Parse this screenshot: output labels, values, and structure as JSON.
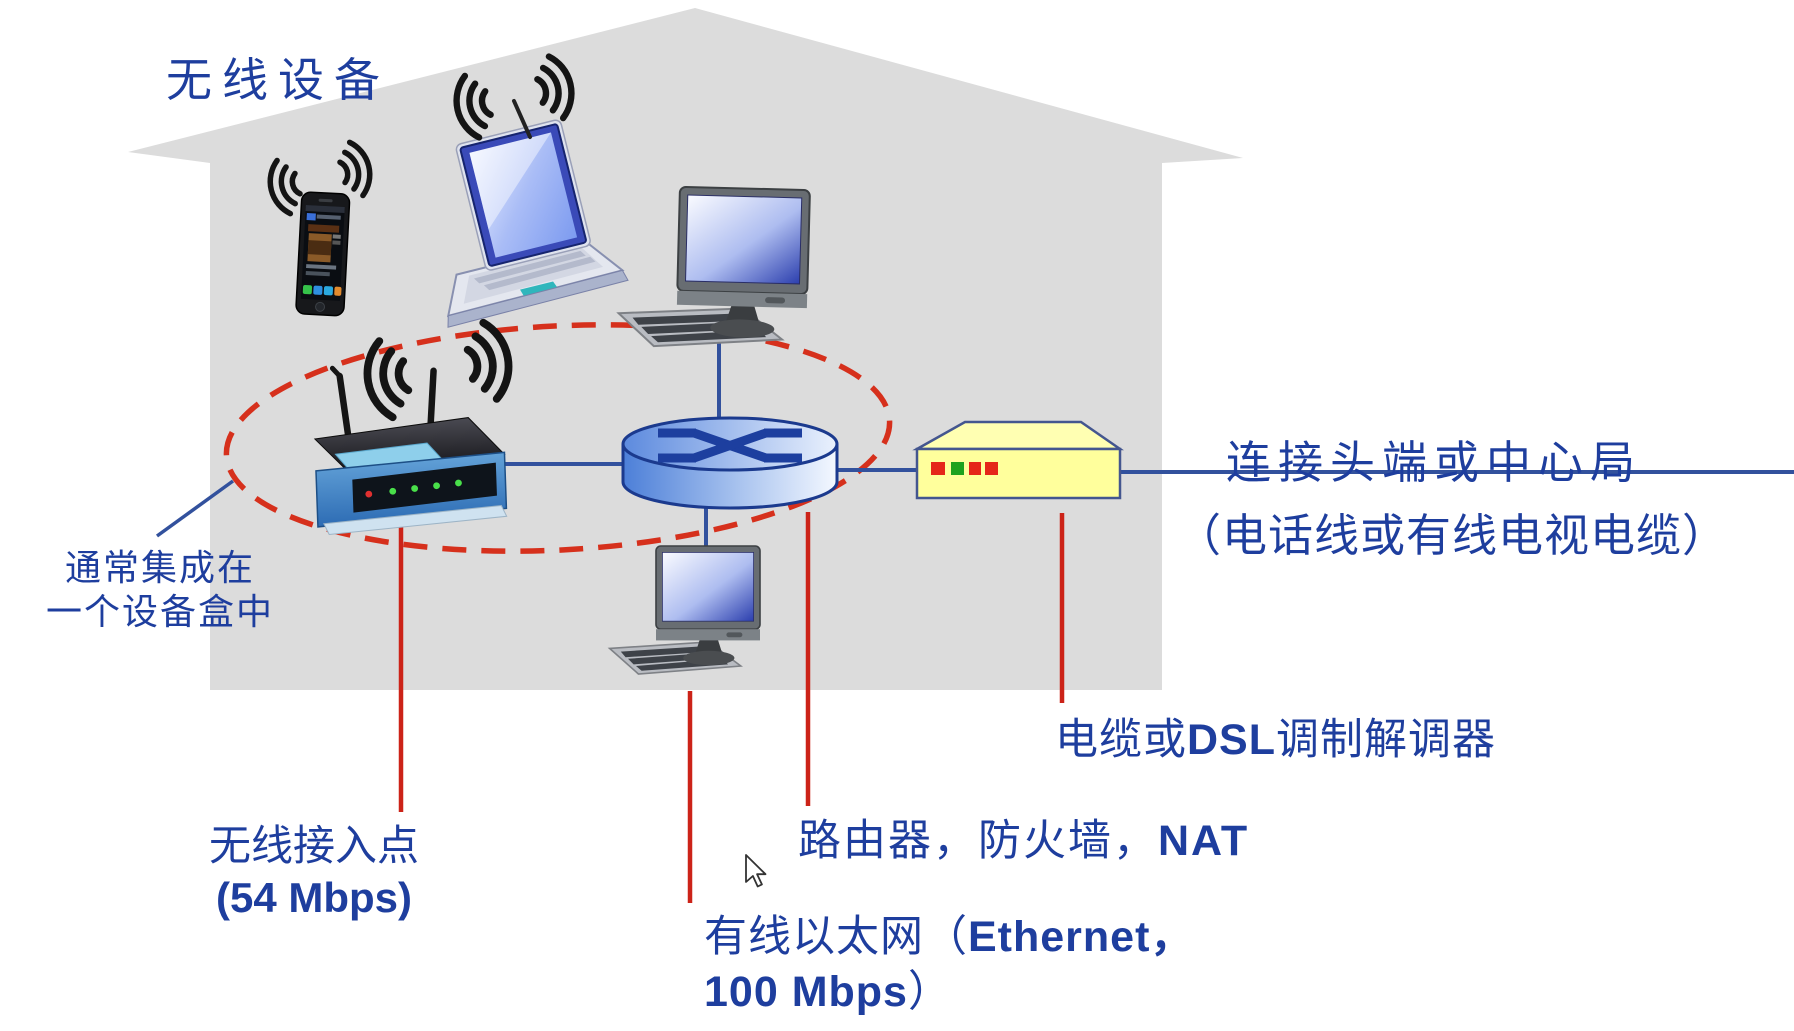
{
  "labels": {
    "wireless_devices": "无线设备",
    "integrated_line1": "通常集成在",
    "integrated_line2": "一个设备盒中",
    "headend_line1": "连接头端或中心局",
    "headend_line2": "（电话线或有线电视电缆）",
    "modem_pre": "电缆或",
    "modem_bold": "DSL",
    "modem_post": "调制解调器",
    "ap_line1": "无线接入点",
    "ap_line2": "(54 Mbps)",
    "router_pre": "路由器，防火墙，",
    "router_bold": "NAT",
    "ethernet_pre": "有线以太网（",
    "ethernet_bold": "Ethernet，",
    "ethernet_line2_bold": "100 Mbps",
    "ethernet_line2_post": "）"
  },
  "colors": {
    "text_blue": "#1e3e9e",
    "connector_blue": "#32519d",
    "callout_red": "#cc2318",
    "coverage_ellipse_red": "#d6301c",
    "house_gray": "#dcdcdc",
    "modem_yellow": "#ffff9c",
    "led_red": "#e52619",
    "led_green": "#1ea21e"
  },
  "icons": {
    "wifi-waves-icon": "concentric black radio arcs",
    "smartphone-icon": "black touchscreen phone",
    "laptop-icon": "open laptop with antenna",
    "desktop-pc-icon": "monitor with keyboard",
    "wireless-access-point-icon": "two-antenna wireless router",
    "router-icon": "blue cylinder with crossed-arrows symbol",
    "modem-icon": "yellow box with status LEDs",
    "mouse-cursor-icon": "arrow pointer"
  }
}
